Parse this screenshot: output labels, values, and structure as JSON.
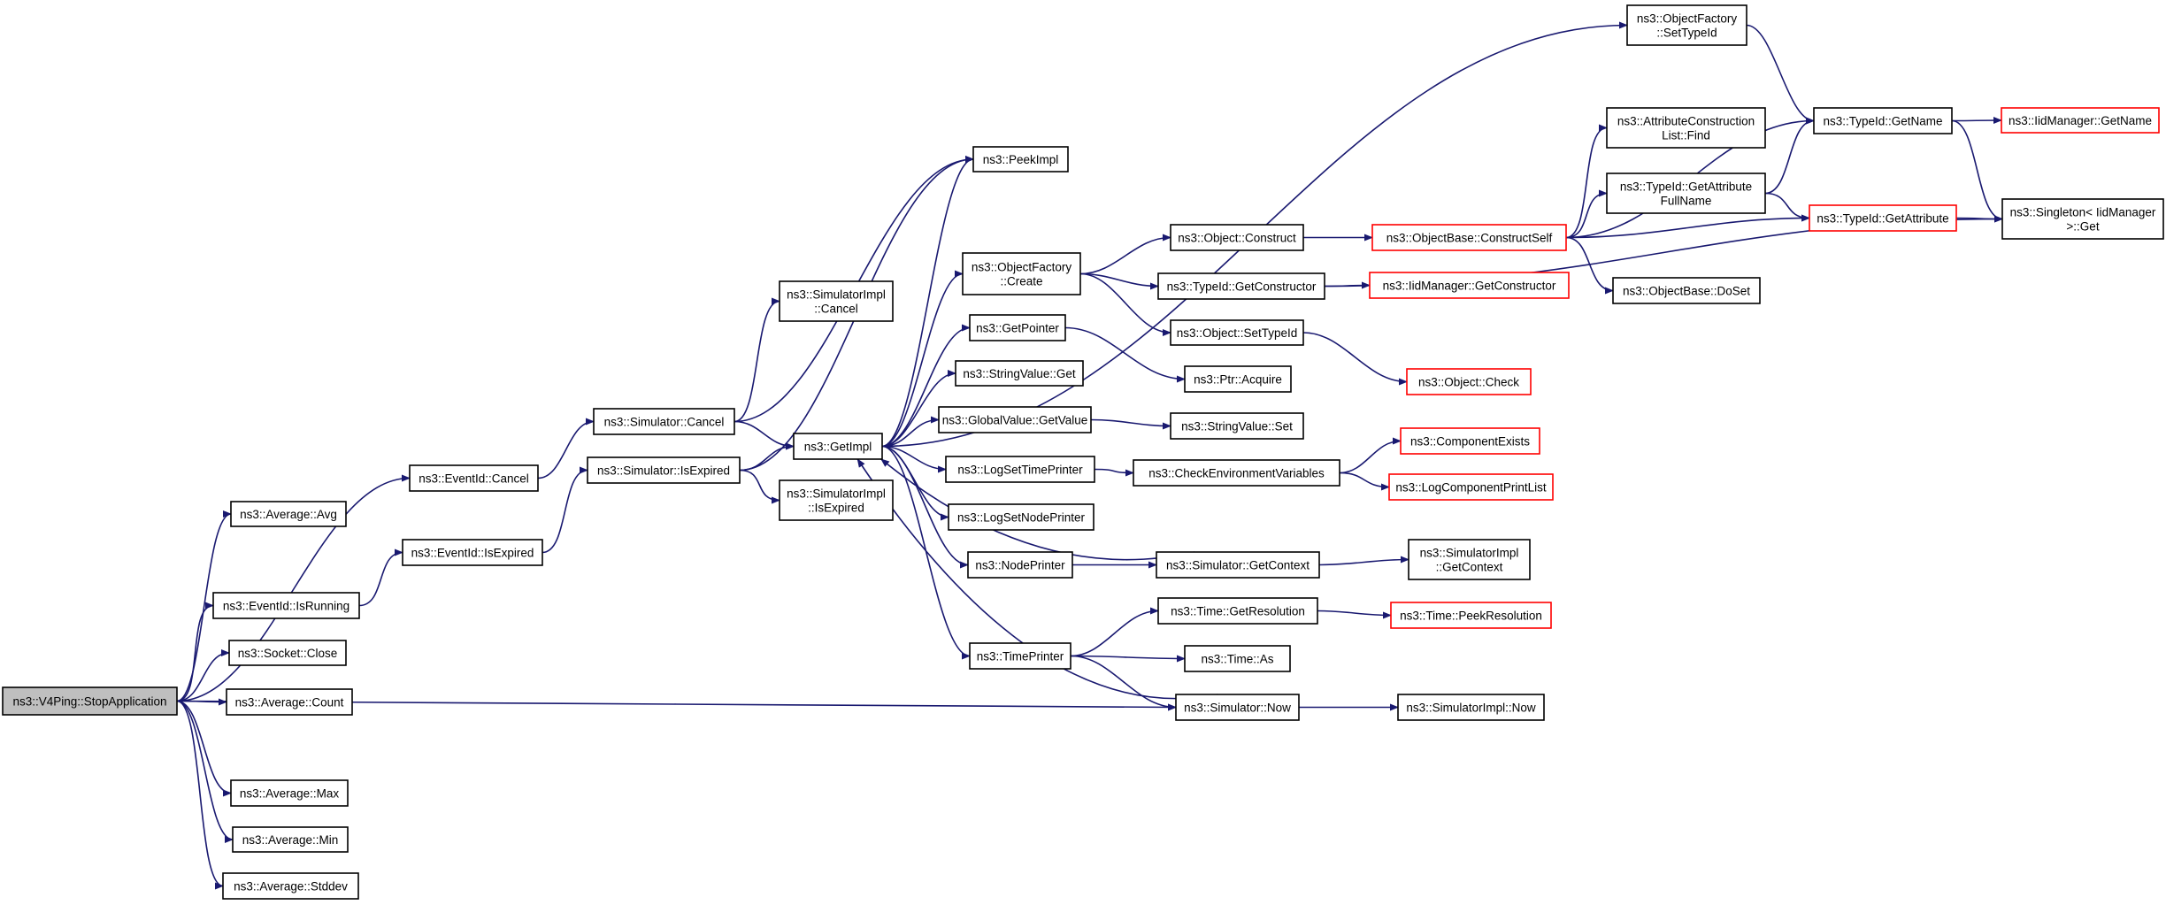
{
  "graph": {
    "nodes": [
      {
        "id": "stopapp",
        "lines": [
          "ns3::V4Ping::StopApplication"
        ],
        "style": "root"
      },
      {
        "id": "avg",
        "lines": [
          "ns3::Average::Avg"
        ],
        "style": "normal"
      },
      {
        "id": "evcancel",
        "lines": [
          "ns3::EventId::Cancel"
        ],
        "style": "normal"
      },
      {
        "id": "isrunning",
        "lines": [
          "ns3::EventId::IsRunning"
        ],
        "style": "normal"
      },
      {
        "id": "evexpired",
        "lines": [
          "ns3::EventId::IsExpired"
        ],
        "style": "normal"
      },
      {
        "id": "sockclose",
        "lines": [
          "ns3::Socket::Close"
        ],
        "style": "normal"
      },
      {
        "id": "count",
        "lines": [
          "ns3::Average::Count"
        ],
        "style": "normal"
      },
      {
        "id": "max",
        "lines": [
          "ns3::Average::Max"
        ],
        "style": "normal"
      },
      {
        "id": "min",
        "lines": [
          "ns3::Average::Min"
        ],
        "style": "normal"
      },
      {
        "id": "stddev",
        "lines": [
          "ns3::Average::Stddev"
        ],
        "style": "normal"
      },
      {
        "id": "simcancel",
        "lines": [
          "ns3::Simulator::Cancel"
        ],
        "style": "normal"
      },
      {
        "id": "simexpired",
        "lines": [
          "ns3::Simulator::IsExpired"
        ],
        "style": "normal"
      },
      {
        "id": "implcancel",
        "lines": [
          "ns3::SimulatorImpl",
          "::Cancel"
        ],
        "style": "normal"
      },
      {
        "id": "getimpl",
        "lines": [
          "ns3::GetImpl"
        ],
        "style": "normal"
      },
      {
        "id": "implexpired",
        "lines": [
          "ns3::SimulatorImpl",
          "::IsExpired"
        ],
        "style": "normal"
      },
      {
        "id": "peekimpl",
        "lines": [
          "ns3::PeekImpl"
        ],
        "style": "normal"
      },
      {
        "id": "ofcreate",
        "lines": [
          "ns3::ObjectFactory",
          "::Create"
        ],
        "style": "normal"
      },
      {
        "id": "getpointer",
        "lines": [
          "ns3::GetPointer"
        ],
        "style": "normal"
      },
      {
        "id": "svget",
        "lines": [
          "ns3::StringValue::Get"
        ],
        "style": "normal"
      },
      {
        "id": "gvgetvalue",
        "lines": [
          "ns3::GlobalValue::GetValue"
        ],
        "style": "normal"
      },
      {
        "id": "logsettime",
        "lines": [
          "ns3::LogSetTimePrinter"
        ],
        "style": "normal"
      },
      {
        "id": "logsetnode",
        "lines": [
          "ns3::LogSetNodePrinter"
        ],
        "style": "normal"
      },
      {
        "id": "nodeprinter",
        "lines": [
          "ns3::NodePrinter"
        ],
        "style": "normal"
      },
      {
        "id": "timeprinter",
        "lines": [
          "ns3::TimePrinter"
        ],
        "style": "normal"
      },
      {
        "id": "ofsettypeid",
        "lines": [
          "ns3::ObjectFactory",
          "::SetTypeId"
        ],
        "style": "normal"
      },
      {
        "id": "objconstruct",
        "lines": [
          "ns3::Object::Construct"
        ],
        "style": "normal"
      },
      {
        "id": "tidgetconstructor",
        "lines": [
          "ns3::TypeId::GetConstructor"
        ],
        "style": "normal"
      },
      {
        "id": "objsettypeid",
        "lines": [
          "ns3::Object::SetTypeId"
        ],
        "style": "normal"
      },
      {
        "id": "ptracquire",
        "lines": [
          "ns3::Ptr::Acquire"
        ],
        "style": "normal"
      },
      {
        "id": "svset",
        "lines": [
          "ns3::StringValue::Set"
        ],
        "style": "normal"
      },
      {
        "id": "checkenv",
        "lines": [
          "ns3::CheckEnvironmentVariables"
        ],
        "style": "normal"
      },
      {
        "id": "simgetcontext",
        "lines": [
          "ns3::Simulator::GetContext"
        ],
        "style": "normal"
      },
      {
        "id": "timegetres",
        "lines": [
          "ns3::Time::GetResolution"
        ],
        "style": "normal"
      },
      {
        "id": "timeas",
        "lines": [
          "ns3::Time::As"
        ],
        "style": "normal"
      },
      {
        "id": "simnow",
        "lines": [
          "ns3::Simulator::Now"
        ],
        "style": "normal"
      },
      {
        "id": "obconstructself",
        "lines": [
          "ns3::ObjectBase::ConstructSelf"
        ],
        "style": "red"
      },
      {
        "id": "iidgetconstructor",
        "lines": [
          "ns3::IidManager::GetConstructor"
        ],
        "style": "red"
      },
      {
        "id": "objcheck",
        "lines": [
          "ns3::Object::Check"
        ],
        "style": "red"
      },
      {
        "id": "compexists",
        "lines": [
          "ns3::ComponentExists"
        ],
        "style": "red"
      },
      {
        "id": "logcompprint",
        "lines": [
          "ns3::LogComponentPrintList"
        ],
        "style": "red"
      },
      {
        "id": "implgetcontext",
        "lines": [
          "ns3::SimulatorImpl",
          "::GetContext"
        ],
        "style": "normal"
      },
      {
        "id": "timepeekres",
        "lines": [
          "ns3::Time::PeekResolution"
        ],
        "style": "red"
      },
      {
        "id": "implnow",
        "lines": [
          "ns3::SimulatorImpl::Now"
        ],
        "style": "normal"
      },
      {
        "id": "aclfind",
        "lines": [
          "ns3::AttributeConstruction",
          "List::Find"
        ],
        "style": "normal"
      },
      {
        "id": "tidgetattrfull",
        "lines": [
          "ns3::TypeId::GetAttribute",
          "FullName"
        ],
        "style": "normal"
      },
      {
        "id": "obdoset",
        "lines": [
          "ns3::ObjectBase::DoSet"
        ],
        "style": "normal"
      },
      {
        "id": "tidgetname",
        "lines": [
          "ns3::TypeId::GetName"
        ],
        "style": "normal"
      },
      {
        "id": "tidgetattr",
        "lines": [
          "ns3::TypeId::GetAttribute"
        ],
        "style": "red"
      },
      {
        "id": "iidgetname",
        "lines": [
          "ns3::IidManager::GetName"
        ],
        "style": "red"
      },
      {
        "id": "singleton",
        "lines": [
          "ns3::Singleton< IidManager",
          " >::Get"
        ],
        "style": "normal"
      }
    ],
    "edges": [
      [
        "stopapp",
        "avg"
      ],
      [
        "stopapp",
        "evcancel"
      ],
      [
        "stopapp",
        "isrunning"
      ],
      [
        "stopapp",
        "sockclose"
      ],
      [
        "stopapp",
        "count"
      ],
      [
        "stopapp",
        "max"
      ],
      [
        "stopapp",
        "min"
      ],
      [
        "stopapp",
        "stddev"
      ],
      [
        "stopapp",
        "simnow"
      ],
      [
        "evcancel",
        "simcancel"
      ],
      [
        "isrunning",
        "evexpired"
      ],
      [
        "evexpired",
        "simexpired"
      ],
      [
        "simcancel",
        "implcancel"
      ],
      [
        "simcancel",
        "getimpl"
      ],
      [
        "simcancel",
        "peekimpl"
      ],
      [
        "simexpired",
        "getimpl"
      ],
      [
        "simexpired",
        "implexpired"
      ],
      [
        "simexpired",
        "peekimpl"
      ],
      [
        "getimpl",
        "peekimpl"
      ],
      [
        "getimpl",
        "ofcreate"
      ],
      [
        "getimpl",
        "getpointer"
      ],
      [
        "getimpl",
        "svget"
      ],
      [
        "getimpl",
        "gvgetvalue"
      ],
      [
        "getimpl",
        "logsettime"
      ],
      [
        "getimpl",
        "logsetnode"
      ],
      [
        "getimpl",
        "nodeprinter"
      ],
      [
        "getimpl",
        "timeprinter"
      ],
      [
        "getimpl",
        "ofsettypeid"
      ],
      [
        "ofcreate",
        "objconstruct"
      ],
      [
        "ofcreate",
        "tidgetconstructor"
      ],
      [
        "ofcreate",
        "objsettypeid"
      ],
      [
        "getpointer",
        "ptracquire"
      ],
      [
        "gvgetvalue",
        "svset"
      ],
      [
        "logsettime",
        "checkenv"
      ],
      [
        "nodeprinter",
        "simgetcontext"
      ],
      [
        "simgetcontext",
        "getimpl"
      ],
      [
        "simgetcontext",
        "implgetcontext"
      ],
      [
        "timeprinter",
        "timegetres"
      ],
      [
        "timeprinter",
        "timeas"
      ],
      [
        "timeprinter",
        "simnow"
      ],
      [
        "simnow",
        "getimpl"
      ],
      [
        "simnow",
        "implnow"
      ],
      [
        "objconstruct",
        "obconstructself"
      ],
      [
        "tidgetconstructor",
        "iidgetconstructor"
      ],
      [
        "tidgetconstructor",
        "singleton"
      ],
      [
        "objsettypeid",
        "objcheck"
      ],
      [
        "checkenv",
        "compexists"
      ],
      [
        "checkenv",
        "logcompprint"
      ],
      [
        "timegetres",
        "timepeekres"
      ],
      [
        "obconstructself",
        "aclfind"
      ],
      [
        "obconstructself",
        "tidgetattrfull"
      ],
      [
        "obconstructself",
        "obdoset"
      ],
      [
        "obconstructself",
        "tidgetname"
      ],
      [
        "obconstructself",
        "tidgetattr"
      ],
      [
        "tidgetattrfull",
        "tidgetname"
      ],
      [
        "tidgetattrfull",
        "tidgetattr"
      ],
      [
        "ofsettypeid",
        "tidgetname"
      ],
      [
        "tidgetname",
        "iidgetname"
      ],
      [
        "tidgetname",
        "singleton"
      ],
      [
        "tidgetattr",
        "singleton"
      ]
    ]
  }
}
